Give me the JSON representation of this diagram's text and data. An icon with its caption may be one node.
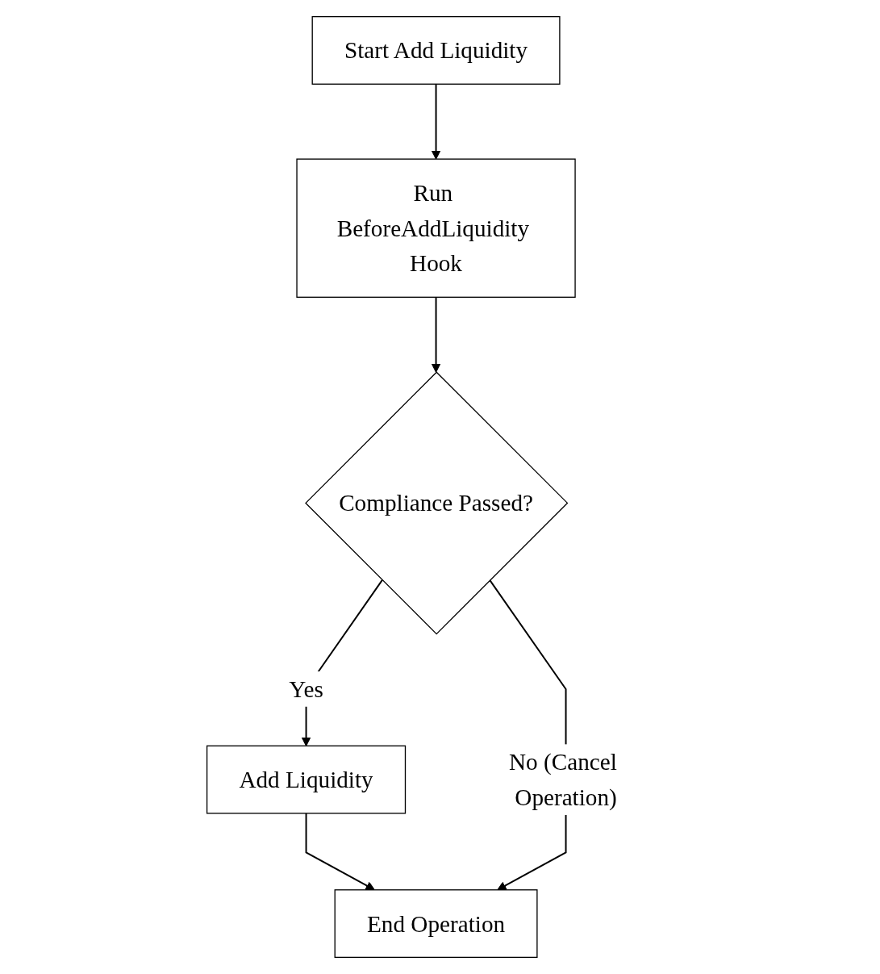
{
  "diagram": {
    "nodes": [
      {
        "text": [
          "Start Add Liquidity"
        ]
      },
      {
        "text": [
          "Run BeforeAddLiquidity Hook"
        ]
      },
      {
        "text": [
          "Compliance Passed?"
        ]
      },
      {
        "text": [
          "Add Liquidity"
        ]
      },
      {
        "text": [
          "End Operation"
        ]
      }
    ],
    "edges": [
      {
        "from": 0,
        "to": 1,
        "arrow": "to"
      },
      {
        "from": 1,
        "to": 2,
        "arrow": "to"
      },
      {
        "from": 2,
        "to": 3,
        "arrow": "to",
        "label": "Yes"
      },
      {
        "from": 3,
        "to": 4,
        "arrow": "to"
      },
      {
        "from": 2,
        "to": 4,
        "arrow": "to",
        "label": "No (Cancel Operation)"
      }
    ]
  }
}
